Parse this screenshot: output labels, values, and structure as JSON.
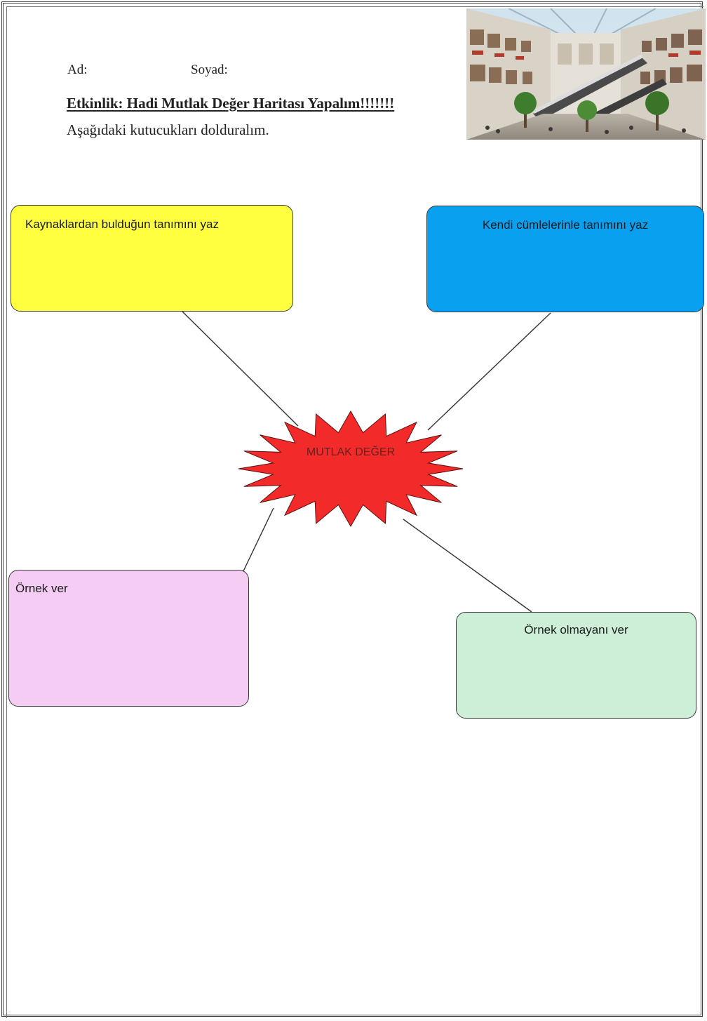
{
  "header": {
    "name_label": "Ad:",
    "surname_label": "Soyad:",
    "activity_title": "Etkinlik: Hadi Mutlak Değer Haritası Yapalım!!!!!!!",
    "instruction": "Aşağıdaki kutucukları dolduralım."
  },
  "center": {
    "label": "MUTLAK DEĞER",
    "color": "#f22a2a"
  },
  "boxes": {
    "source_definition": {
      "label": "Kaynaklardan bulduğun tanımını yaz",
      "color": "#ffff3f"
    },
    "own_definition": {
      "label": "Kendi cümlelerinle tanımını yaz",
      "color": "#0aa0f0"
    },
    "example": {
      "label": "Örnek ver",
      "color": "#f4ccf4"
    },
    "non_example": {
      "label": "Örnek olmayanı ver",
      "color": "#cdefd7"
    }
  },
  "image": {
    "subject": "shopping-mall-interior-photo"
  }
}
